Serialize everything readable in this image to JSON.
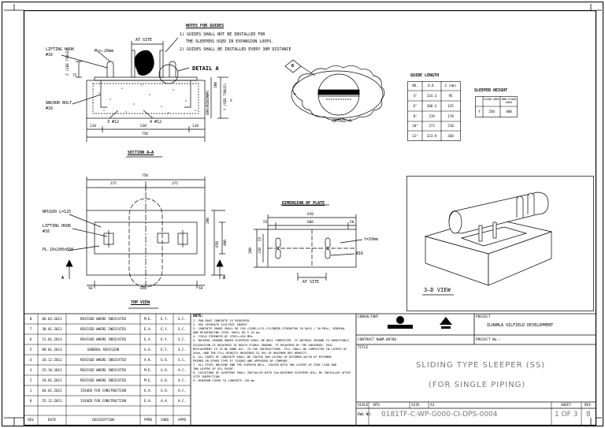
{
  "notes_for_guides": {
    "title": "NOTES FOR GUIDES",
    "items": [
      "1) GUIDES SHALL NOT BE INSTALLED FOR",
      "THE SLEEPERS USED IN EXPANSION LOOPS.",
      "2) GUIDES SHALL BE INSTALLED EVERY 30M DISTANCE"
    ]
  },
  "section_aa": {
    "title": "SECTION A–A",
    "labels": {
      "at_site": "AT SITE",
      "lifting_hook": "LIFTING HOOK",
      "lifting_hook_size": "#16",
      "min_20mm": "Min.20mm",
      "anchor_bolt": "ANCHOR BOLT",
      "anchor_bolt_size": "#16",
      "detail_a": "DETAIL A",
      "bar_1": "3 #12",
      "bar_2": "4 #12",
      "see_table": "(SEE TABLE)",
      "dim_z": "Z (SEE TABLE)",
      "dim_400": "400(MINIMUM)",
      "dim_110": "110",
      "dim_530": "530",
      "dim_750": "750",
      "dim_100": "100",
      "dim_75": "75",
      "dim_y": "Y (SEE TABLE)",
      "dim_x": "X"
    }
  },
  "callout_b": "B",
  "detail_a_label": "DETAIL–A",
  "guide_length": {
    "title": "GUIDE LENGTH",
    "columns": [
      "NO.",
      "O.D.",
      "Z (mm)"
    ],
    "rows": [
      [
        "4\"",
        "114.3",
        "95"
      ],
      [
        "6\"",
        "168.3",
        "125"
      ],
      [
        "8\"",
        "219",
        "170"
      ],
      [
        "10\"",
        "273",
        "210"
      ],
      [
        "12\"",
        "323.9",
        "260"
      ]
    ]
  },
  "sleeper_height": {
    "title": "SLEEPER HEIGHT",
    "columns": [
      "",
      "FLOOD AREA",
      "NON FLOOD AREA"
    ],
    "rows": [
      [
        "Y",
        "250",
        "400"
      ]
    ]
  },
  "top_view": {
    "title": "TOP VIEW",
    "labels": {
      "dim_750": "750",
      "dim_375a": "375",
      "dim_375b": "375",
      "dim_650": "650",
      "dim_50a": "50",
      "dim_50b": "50",
      "dim_200": "200",
      "dim_400": "400",
      "dim_650v": "650",
      "npu": "NPU160 L=125",
      "lifting_hook": "LIFTING HOOK",
      "lifting_hook_size": "#16",
      "pl": "PL 10x200x650",
      "arrow_a": "A"
    }
  },
  "plate": {
    "title": "DIMENSION OF PLATE",
    "labels": {
      "dim_650": "650",
      "dim_55a": "55",
      "dim_600": "600",
      "dim_50": "50",
      "dim_200": "200",
      "dim_120": "120",
      "dim_55b": "55",
      "thk": "t=10mm",
      "hole": "Ø16",
      "at_site": "AT SITE"
    }
  },
  "three_d_view": {
    "title": "3–D VIEW"
  },
  "revisions": {
    "columns": [
      "REV",
      "DATE",
      "DESCRIPTION",
      "PPRD",
      "CHKD",
      "APPD"
    ],
    "rows": [
      [
        "8",
        "06.03.2013",
        "REVISED WHERE INDICATED",
        "M.E.",
        "E.Y.",
        "S.C."
      ],
      [
        "7",
        "30.01.2013",
        "REVISED WHERE INDICATED",
        "E.A.",
        "E.Y.",
        "S.C."
      ],
      [
        "6",
        "21.01.2013",
        "REVISED WHERE INDICATED",
        "E.A.",
        "E.Y.",
        "S.C."
      ],
      [
        "5",
        "09.01.2013",
        "GENERAL REVISION",
        "G.O.",
        "E.Y.",
        "S.C."
      ],
      [
        "4",
        "18.12.2012",
        "REVISED WHERE INDICATED",
        "A.K.",
        "G.O.",
        "S.C."
      ],
      [
        "3",
        "25.10.2012",
        "REVISED WHERE INDICATED",
        "M.E.",
        "G.O.",
        "A.C."
      ],
      [
        "2",
        "18.01.2012",
        "REVISED WHERE INDICATED",
        "M.E.",
        "G.O.",
        "A.C."
      ],
      [
        "1",
        "04.01.2012",
        "ISSUED FOR CONSTRUCTION",
        "E.A.",
        "G.O.",
        "A.C."
      ],
      [
        "0",
        "25.12.2011",
        "ISSUED FOR CONSTRUCTION",
        "E.A.",
        "A.A.",
        "A.C."
      ]
    ]
  },
  "notes": {
    "title": "NOTE:",
    "lines": [
      "1. PAN BASE CONCRETE IS REQUIRED.",
      "2. USE SEPARATE ELECTRIC INSERT.",
      "3. CONCRETE GRADE SHALL BE C30 (CUBE)(CYL.CYLINDER STRENGTH@ 28 DAYS / 30 MPa), MINIMAL",
      "   AND REINFORCING STEEL SHALL BE S 20 mm.",
      "4. YIELD STRENGTH OF STEEL=420 MPa.",
      "5. NATURAL GROUND UNDER SLEEPERS SHALL BE WELL COMPACTED. IF NATURAL GROUND IS UNSUITABLE,",
      "   EXCAVATION IS REQUIRED TO REACH STABLE GROUND. IF REQUIRED BY THE ENGINEER, SOIL",
      "   REPLACEMENT IS TO BE DONE ACC. TO THE INSTRUCTIONS. FILL SHALL BE COMPACTED IN LAYERS OF",
      "   20cm, AND THE FILL DENSITY REQUIRED IS 95% OF MAXIMUM DRY DENSITY.",
      "6. ALL EDGES OF CONCRETE SHALL BE COATED TWO LAYERS OF BITUMEN 20/30 OF BITUMEN",
      "   PRIMED OR OTHER TYPE IF ISSUED AND APPROVED BY COMPANY.",
      "7. ALL STEEL WELDING AND THE EXPOSED WELL, COATED WITH TWO LAYERS OF ZINC LEAD AND",
      "   TWO LAYERS OF OIL PAINT.",
      "8. LOCATIONS OF SLEEPERS SHALL INSTALLED WITH 12m-MAXIMUM SLEEPERS WILL BE INSTALLED AFTER",
      "   SITE INSPECTION.",
      "9. MINIMUM COVER TO CONCRETE =50 mm."
    ]
  },
  "title_block": {
    "consultant_label": "CONSULTANT",
    "project_label": "PROJECT",
    "project_name": "ILHAMLA OILFIELD DEVELOPMENT",
    "contract_label": "CONTRACT No.",
    "contract_no": "OM-00786",
    "project_no_label": "PROJECT No.:",
    "title_label": "TITLE",
    "title_line1": "SLIDING TYPE SLEEPER (SS)",
    "title_line2": "(FOR SINGLE PIPING)",
    "scale_label": "SCALE",
    "scale_value": "NTS",
    "size_label": "SIZE",
    "size_value": "A3",
    "sheet_label": "SHEET",
    "rev_label": "REV",
    "dwg_label": "DWG NO.",
    "dwg_no": "0181TF-C-WP-G000-CI-DPS-0004",
    "sheet_value": "1 OF 3",
    "rev_value": "8"
  }
}
